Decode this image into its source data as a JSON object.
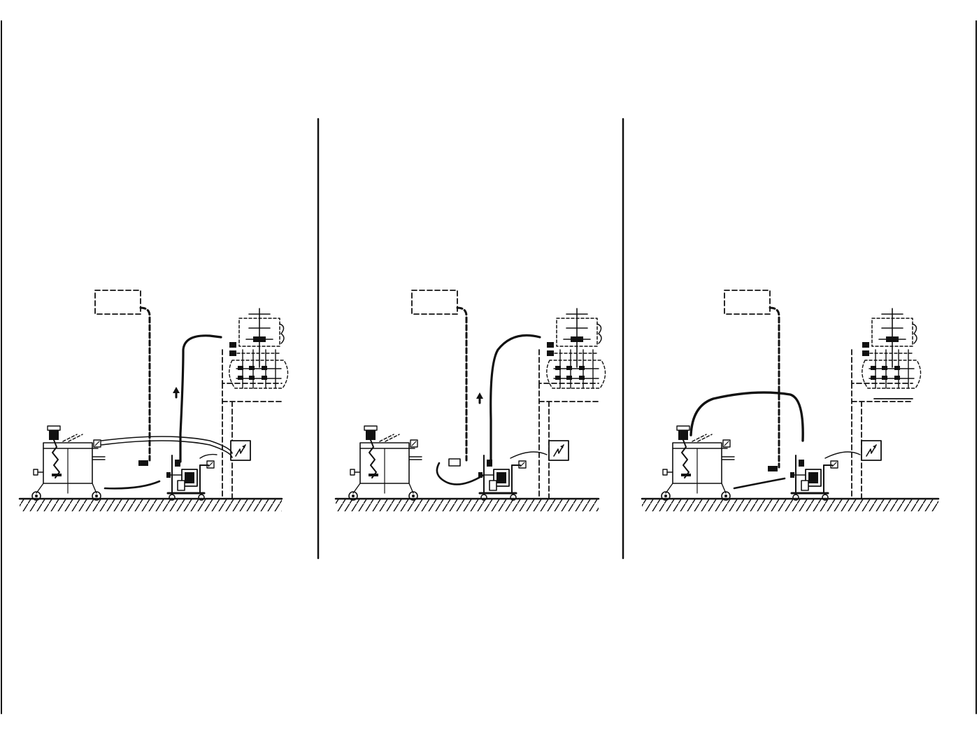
{
  "figure": {
    "panel_count": 3,
    "panels": [
      {
        "id": "panel-1",
        "hose_route": "overhead-to-cart",
        "extra_hose_to_floor_tank": true,
        "has_up_arrow": true,
        "overhead_hose_arch": false
      },
      {
        "id": "panel-2",
        "hose_route": "overhead-to-cart",
        "extra_hose_to_floor_tank": false,
        "has_up_arrow": true,
        "overhead_hose_arch": false
      },
      {
        "id": "panel-3",
        "hose_route": "arch-between-carts",
        "extra_hose_to_floor_tank": false,
        "has_up_arrow": false,
        "overhead_hose_arch": true
      }
    ],
    "colors": {
      "ink": "#111111",
      "background": "#ffffff"
    },
    "icon_names": [
      "electrical-panel-icon",
      "up-arrow-icon",
      "mixer-motor-icon",
      "pump-icon",
      "wheel-icon",
      "floor-hatch"
    ]
  }
}
